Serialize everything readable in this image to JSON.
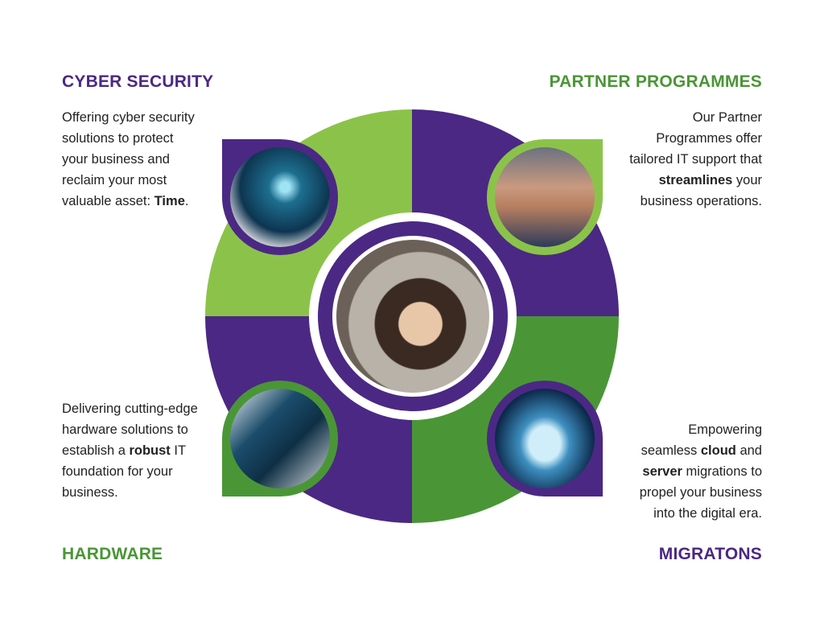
{
  "sections": {
    "cyber_security": {
      "title": "CYBER SECURITY",
      "text": "Offering cyber security solutions to protect your business and reclaim your most valuable asset: ",
      "bold": "Time",
      "suffix": "."
    },
    "partner_programmes": {
      "title": "PARTNER PROGRAMMES",
      "text": "Our Partner Programmes offer tailored IT support that ",
      "bold": "streamlines",
      "suffix": " your business operations."
    },
    "hardware": {
      "title": "HARDWARE",
      "text": "Delivering cutting-edge hardware solutions to establish a ",
      "bold": "robust",
      "suffix": " IT foundation for your business."
    },
    "migrations": {
      "title": "MIGRATONS",
      "text1": "Empowering seamless ",
      "bold1": "cloud",
      "text2": " and ",
      "bold2": "server",
      "suffix": " migrations to propel your business into the digital era."
    }
  },
  "colors": {
    "purple": "#4b2884",
    "light_green": "#8bc34a",
    "green": "#4a9636"
  }
}
